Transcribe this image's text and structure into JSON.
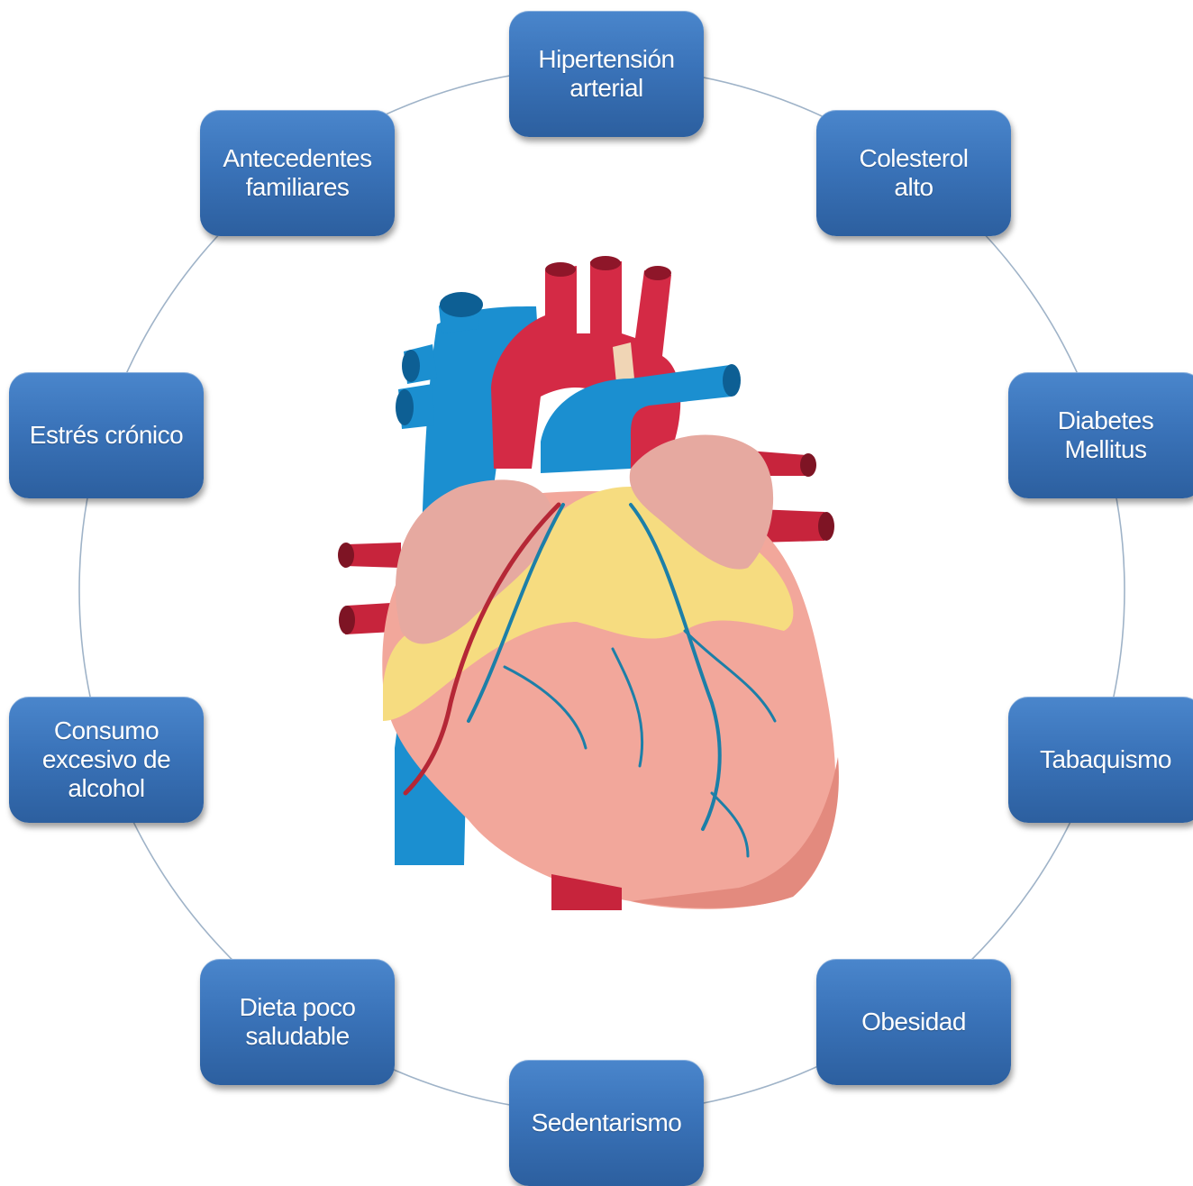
{
  "diagram": {
    "center_image": "heart-anatomy-illustration",
    "factors": [
      {
        "id": "hipertension",
        "label": "Hipertensión\narterial"
      },
      {
        "id": "colesterol",
        "label": "Colesterol\nalto"
      },
      {
        "id": "diabetes",
        "label": "Diabetes\nMellitus"
      },
      {
        "id": "tabaquismo",
        "label": "Tabaquismo"
      },
      {
        "id": "obesidad",
        "label": "Obesidad"
      },
      {
        "id": "sedentarismo",
        "label": "Sedentarismo"
      },
      {
        "id": "dieta",
        "label": "Dieta poco\nsaludable"
      },
      {
        "id": "alcohol",
        "label": "Consumo\nexcesivo de\nalcohol"
      },
      {
        "id": "estres",
        "label": "Estrés crónico"
      },
      {
        "id": "antecedentes",
        "label": "Antecedentes\nfamiliares"
      }
    ],
    "colors": {
      "box": "#3a73b9",
      "ring": "#9fb3c8",
      "aorta": "#d42a45",
      "vein": "#1b8fd0",
      "myocardium": "#f2a79b",
      "fat": "#f6dc80"
    }
  }
}
